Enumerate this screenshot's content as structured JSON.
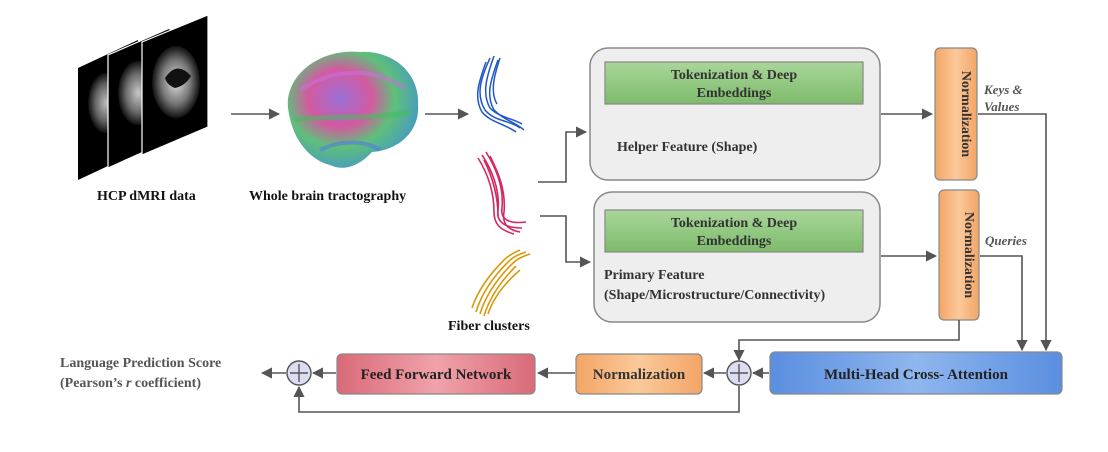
{
  "labels": {
    "hcp": "HCP dMRI data",
    "tractography": "Whole brain tractography",
    "fiber_clusters": "Fiber clusters",
    "tokenization_line1": "Tokenization & Deep",
    "tokenization_line2": "Embeddings",
    "helper_feature": "Helper Feature (Shape)",
    "primary_feature_line1": "Primary Feature",
    "primary_feature_line2": "(Shape/Microstructure/Connectivity)",
    "normalization": "Normalization",
    "keys_line1": "Keys &",
    "keys_line2": "Values",
    "queries": "Queries",
    "mhca": "Multi-Head Cross- Attention",
    "ffn": "Feed Forward Network",
    "output_line1": "Language Prediction Score",
    "output_line2_a": "(Pearson’s ",
    "output_line2_r": "r",
    "output_line2_b": " coefficient)"
  },
  "colors": {
    "green_box": "#8cc47a",
    "orange_box": "#f6b47c",
    "blue_box": "#6d9be0",
    "red_box": "#e07f8a",
    "gray_panel": "#eeeeee",
    "plus_fill": "#dcdcf2",
    "arrow": "#555555"
  }
}
